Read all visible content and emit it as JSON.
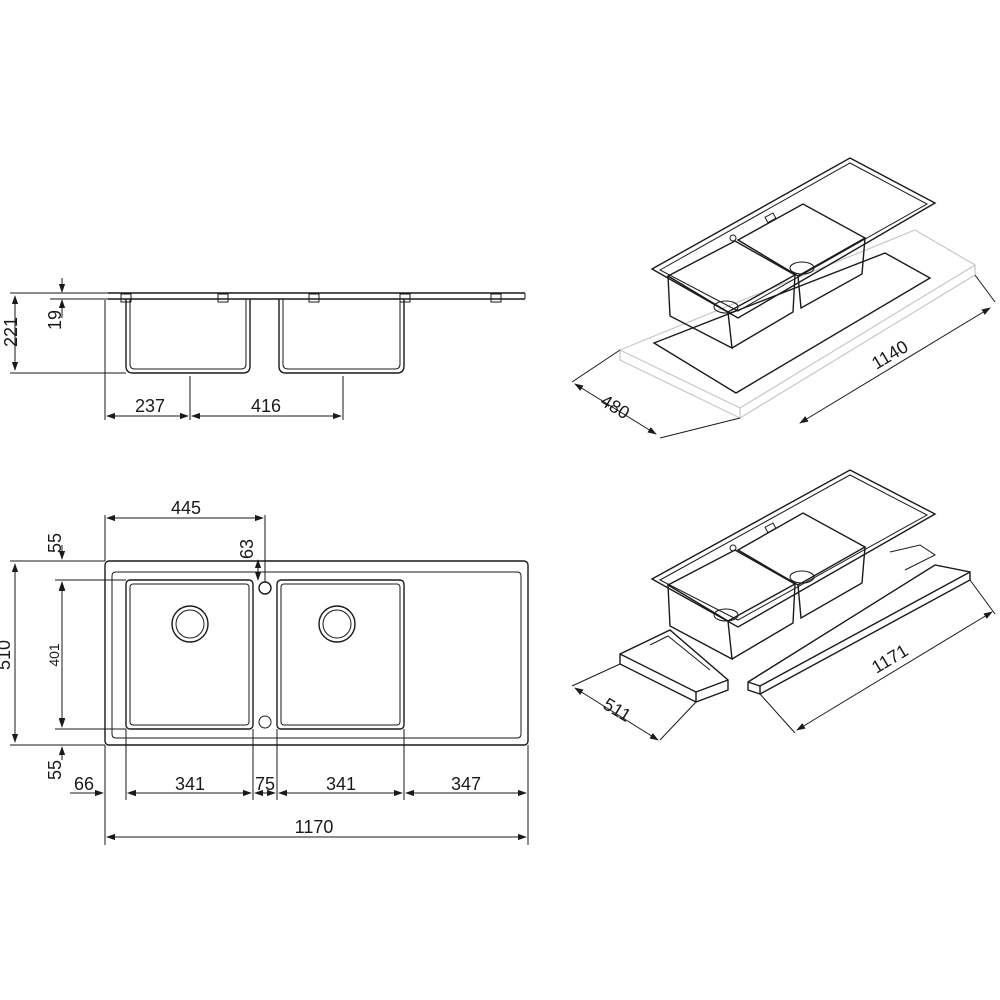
{
  "side_view": {
    "depth_221": "221",
    "rim_19": "19",
    "width_237": "237",
    "width_416": "416"
  },
  "plan_view": {
    "dim_445": "445",
    "dim_63": "63",
    "dim_55_top": "55",
    "dim_510": "510",
    "dim_401": "401",
    "dim_55_bottom": "55",
    "dim_66": "66",
    "dim_341_left": "341",
    "dim_75": "75",
    "dim_341_right": "341",
    "dim_347": "347",
    "dim_1170": "1170"
  },
  "iso_top": {
    "dim_480": "480",
    "dim_1140": "1140"
  },
  "iso_bottom": {
    "dim_511": "511",
    "dim_1171": "1171"
  }
}
